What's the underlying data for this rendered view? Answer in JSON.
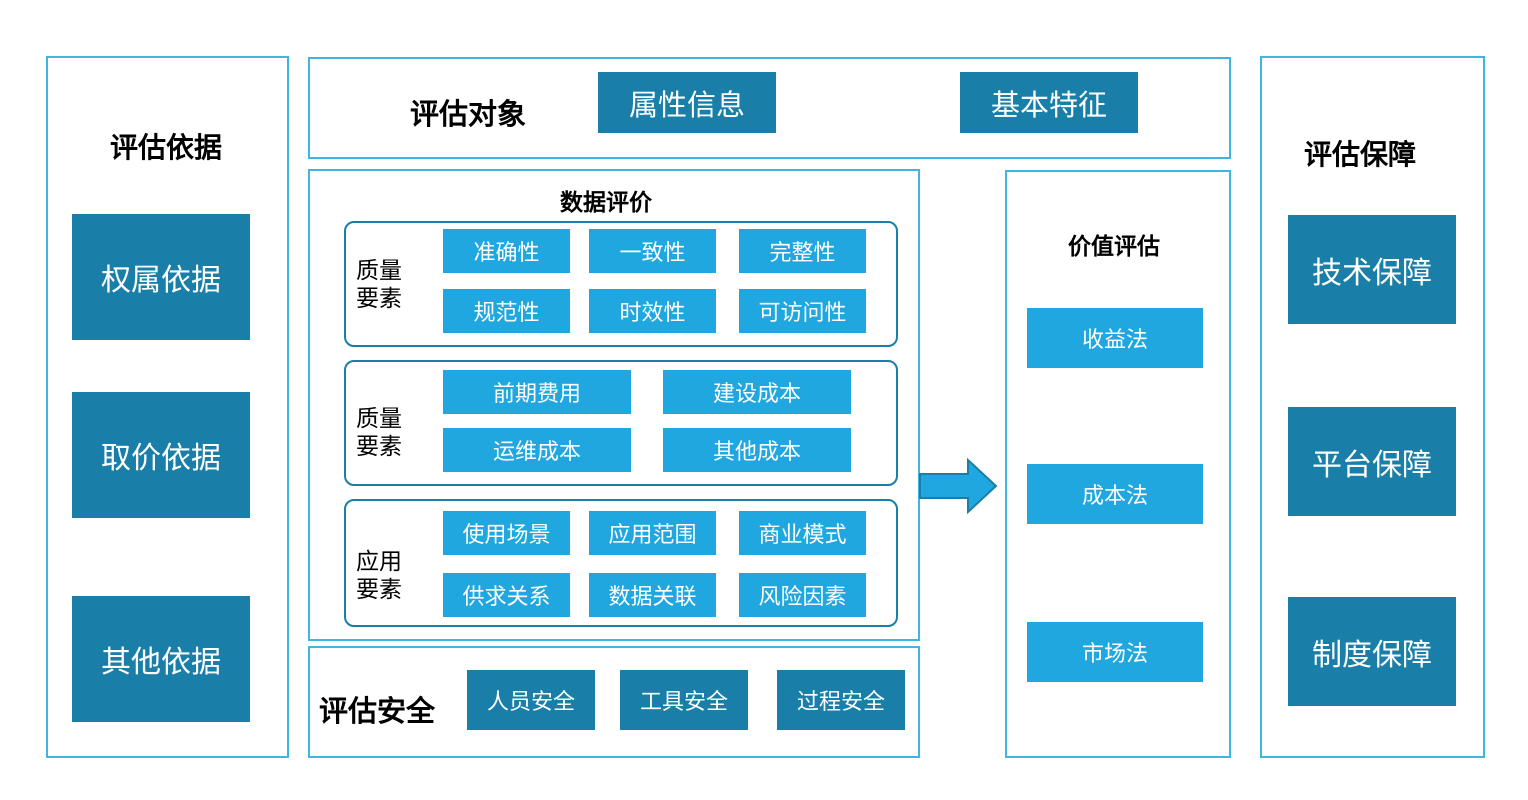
{
  "basis": {
    "title": "评估依据",
    "items": [
      "权属依据",
      "取价依据",
      "其他依据"
    ]
  },
  "object": {
    "title": "评估对象",
    "items": [
      "属性信息",
      "基本特征"
    ]
  },
  "evaluation": {
    "title": "数据评价",
    "groups": [
      {
        "label_line1": "质量",
        "label_line2": "要素",
        "items": [
          "准确性",
          "一致性",
          "完整性",
          "规范性",
          "时效性",
          "可访问性"
        ]
      },
      {
        "label_line1": "质量",
        "label_line2": "要素",
        "items": [
          "前期费用",
          "建设成本",
          "运维成本",
          "其他成本"
        ]
      },
      {
        "label_line1": "应用",
        "label_line2": "要素",
        "items": [
          "使用场景",
          "应用范围",
          "商业模式",
          "供求关系",
          "数据关联",
          "风险因素"
        ]
      }
    ]
  },
  "security": {
    "title": "评估安全",
    "items": [
      "人员安全",
      "工具安全",
      "过程安全"
    ]
  },
  "value": {
    "title": "价值评估",
    "items": [
      "收益法",
      "成本法",
      "市场法"
    ]
  },
  "guarantee": {
    "title": "评估保障",
    "items": [
      "技术保障",
      "平台保障",
      "制度保障"
    ]
  },
  "colors": {
    "panel_border": "#3fb6e2",
    "dark_box": "#1a7fa8",
    "light_box": "#21a7e0",
    "arrow": "#21a7e0"
  }
}
